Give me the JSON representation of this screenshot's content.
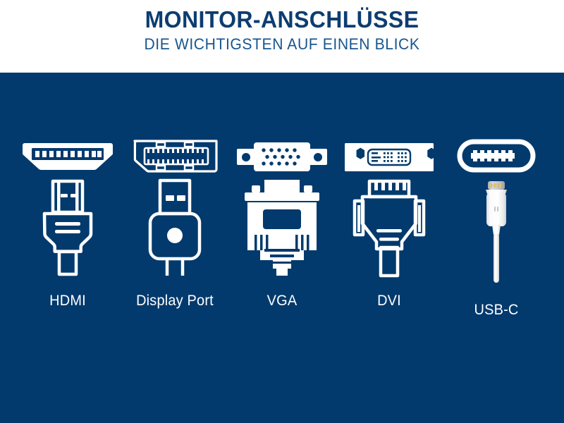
{
  "header": {
    "title": "MONITOR-ANSCHLÜSSE",
    "subtitle": "DIE WICHTIGSTEN AUF EINEN BLICK"
  },
  "theme": {
    "background": "#ffffff",
    "panel_blue": "#033a6d",
    "title_color": "#0d3d70",
    "subtitle_color": "#18568f",
    "icon_color": "#ffffff"
  },
  "connectors": [
    {
      "id": "hdmi",
      "label": "HDMI",
      "port_icon": "hdmi-port-icon",
      "plug_icon": "hdmi-plug-icon"
    },
    {
      "id": "displayport",
      "label": "Display Port",
      "port_icon": "displayport-port-icon",
      "plug_icon": "displayport-plug-icon"
    },
    {
      "id": "vga",
      "label": "VGA",
      "port_icon": "vga-port-icon",
      "plug_icon": "vga-plug-icon"
    },
    {
      "id": "dvi",
      "label": "DVI",
      "port_icon": "dvi-port-icon",
      "plug_icon": "dvi-plug-icon"
    },
    {
      "id": "usbc",
      "label": "USB-C",
      "port_icon": "usbc-port-icon",
      "plug_icon": "usbc-cable-photo"
    }
  ]
}
